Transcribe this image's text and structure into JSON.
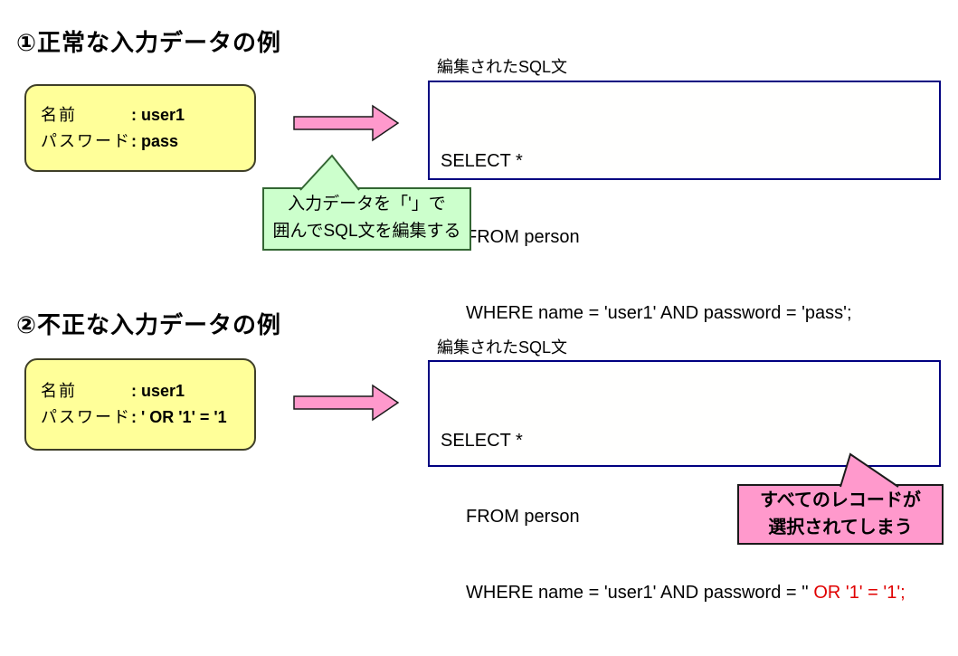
{
  "colors": {
    "input_box_fill": "#FFFF99",
    "input_box_border": "#3F3F28",
    "sql_box_border": "#000080",
    "green_callout_fill": "#CCFFCC",
    "green_callout_border": "#336633",
    "pink_fill": "#FF99CC",
    "pink_border": "#1A1A1A",
    "red_text": "#E00000"
  },
  "section1": {
    "title": "①正常な入力データの例",
    "input_box": {
      "rows": [
        {
          "label": "名前",
          "value": ": user1"
        },
        {
          "label": "パスワード",
          "value": ": pass"
        }
      ]
    },
    "sql_label": "編集されたSQL文",
    "sql": {
      "line1": "SELECT *",
      "line2": "FROM person",
      "line3": "WHERE name = 'user1' AND password = 'pass';"
    },
    "callout": {
      "line1": "入力データを「'」で",
      "line2": "囲んでSQL文を編集する"
    }
  },
  "section2": {
    "title": "②不正な入力データの例",
    "input_box": {
      "rows": [
        {
          "label": "名前",
          "value": ": user1"
        },
        {
          "label": "パスワード",
          "value": ": ' OR '1' = '1"
        }
      ]
    },
    "sql_label": "編集されたSQL文",
    "sql": {
      "line1": "SELECT *",
      "line2": "FROM person",
      "line3_black": "WHERE name = 'user1' AND password = '' ",
      "line3_red": "OR '1' = '1';"
    },
    "callout": {
      "line1": "すべてのレコードが",
      "line2": "選択されてしまう"
    }
  }
}
